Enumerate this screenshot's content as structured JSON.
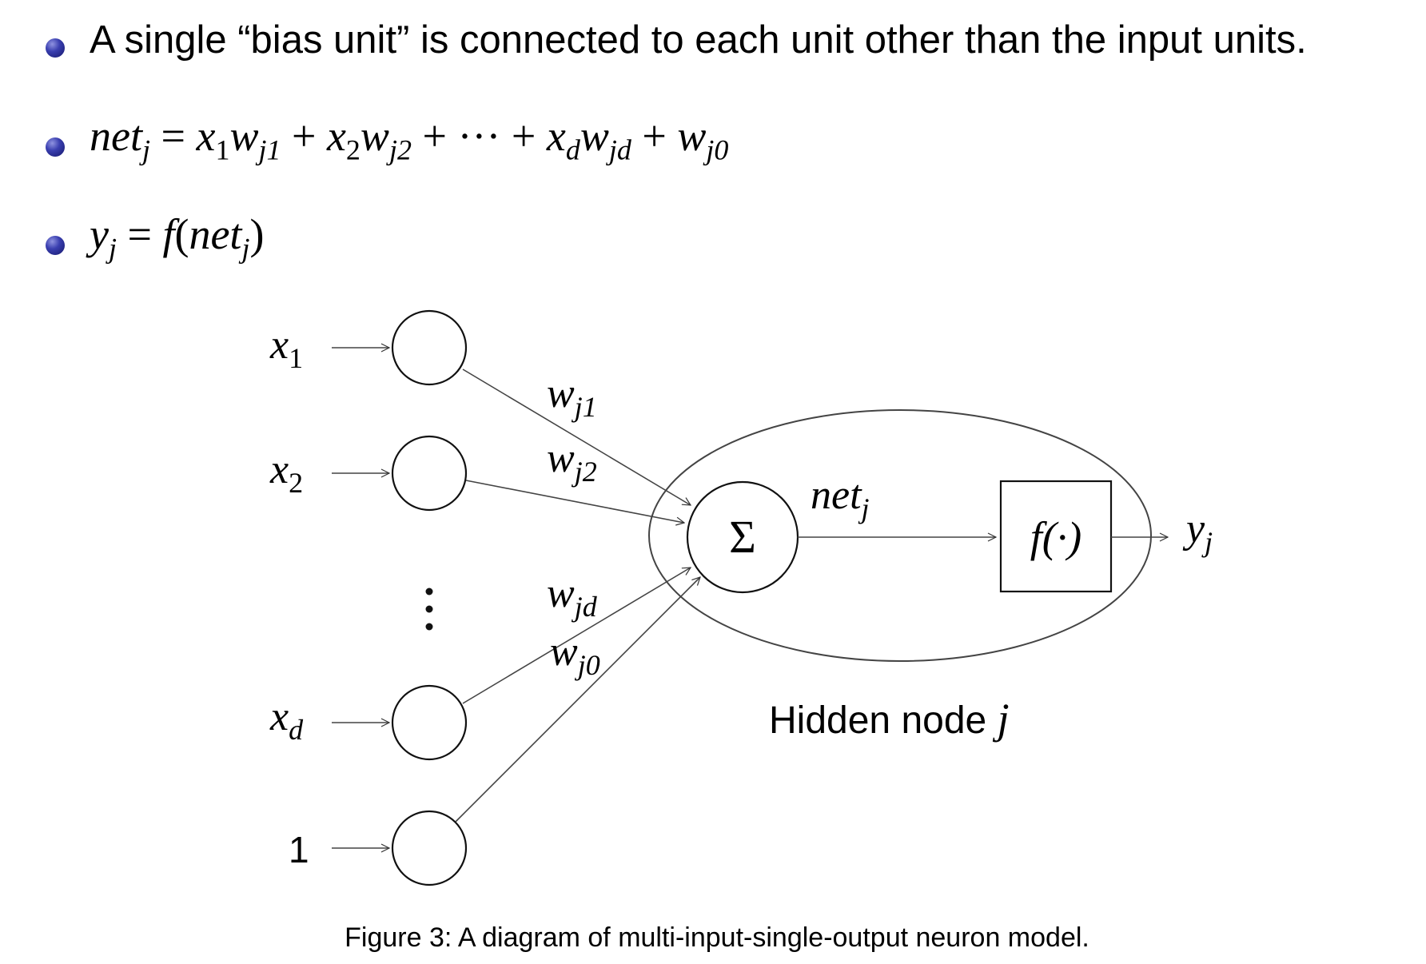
{
  "bullets": {
    "text1": "A single “bias unit” is connected to each unit other than the input units.",
    "eq1": {
      "lhs": "net",
      "lhs_sub": "j",
      "eqsign": "=",
      "t1": "x",
      "t1s": "1",
      "t1w": "w",
      "t1ws": "j1",
      "plus1": "+",
      "t2": "x",
      "t2s": "2",
      "t2w": "w",
      "t2ws": "j2",
      "plus2": "+",
      "dots": "···",
      "plus3": "+",
      "t3": "x",
      "t3s": "d",
      "t3w": "w",
      "t3ws": "jd",
      "plus4": "+",
      "t4w": "w",
      "t4ws": "j0"
    },
    "eq2": {
      "y": "y",
      "ys": "j",
      "eqsign": "=",
      "f": "f",
      "open": "(",
      "net": "net",
      "nets": "j",
      "close": ")"
    }
  },
  "diagram": {
    "inputs": [
      {
        "label": "x",
        "sub": "1"
      },
      {
        "label": "x",
        "sub": "2"
      },
      {
        "label": "x",
        "sub": "d"
      },
      {
        "label": "1",
        "sub": ""
      }
    ],
    "vdots": "⋮",
    "weights": [
      {
        "label": "w",
        "sub": "j1"
      },
      {
        "label": "w",
        "sub": "j2"
      },
      {
        "label": "w",
        "sub": "jd"
      },
      {
        "label": "w",
        "sub": "j0"
      }
    ],
    "sum_symbol": "Σ",
    "net_label": "net",
    "net_sub": "j",
    "activation": "f(·)",
    "output": "y",
    "output_sub": "j",
    "node_caption": "Hidden node ",
    "node_caption_var": "j"
  },
  "caption": "Figure 3: A diagram of multi-input-single-output neuron model."
}
